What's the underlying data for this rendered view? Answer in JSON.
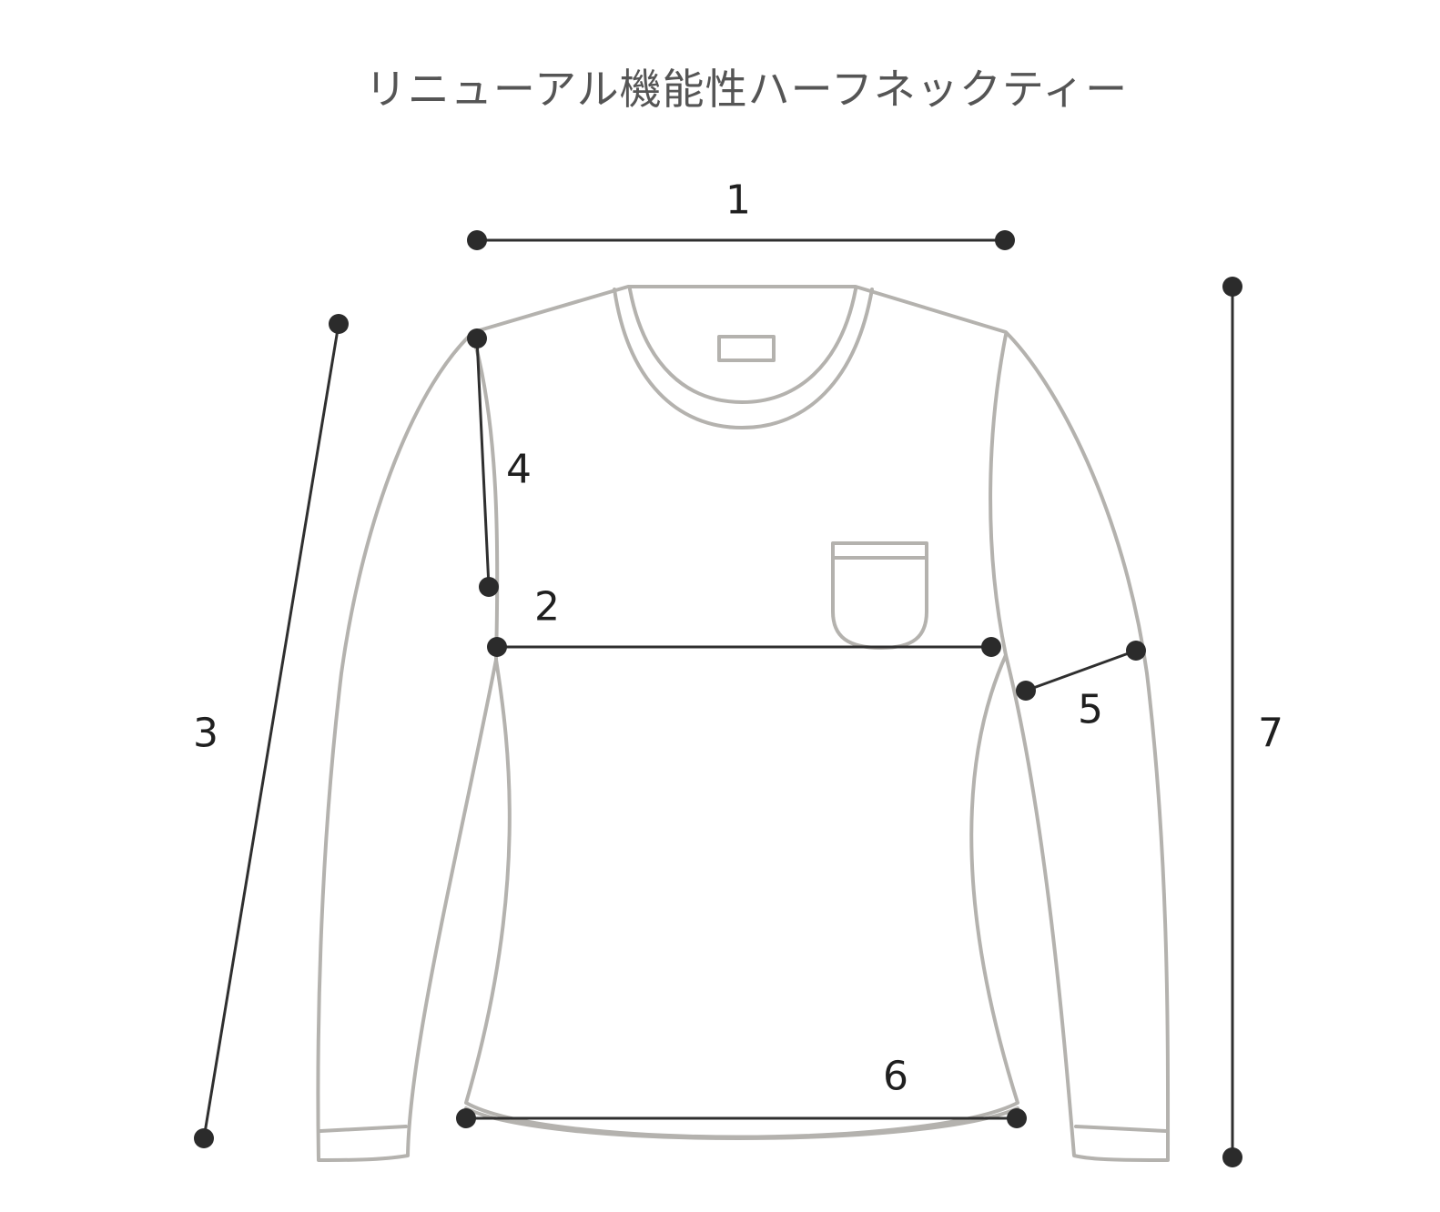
{
  "title": "リニューアル機能性ハーフネックティー",
  "garment_icon": "long-sleeve-tshirt-outline",
  "measurements": [
    {
      "label": "1"
    },
    {
      "label": "2"
    },
    {
      "label": "3"
    },
    {
      "label": "4"
    },
    {
      "label": "5"
    },
    {
      "label": "6"
    },
    {
      "label": "7"
    }
  ],
  "colors": {
    "garment_outline": "#b4b2ae",
    "measure_line": "#2f2f2f",
    "text": "#555555"
  }
}
